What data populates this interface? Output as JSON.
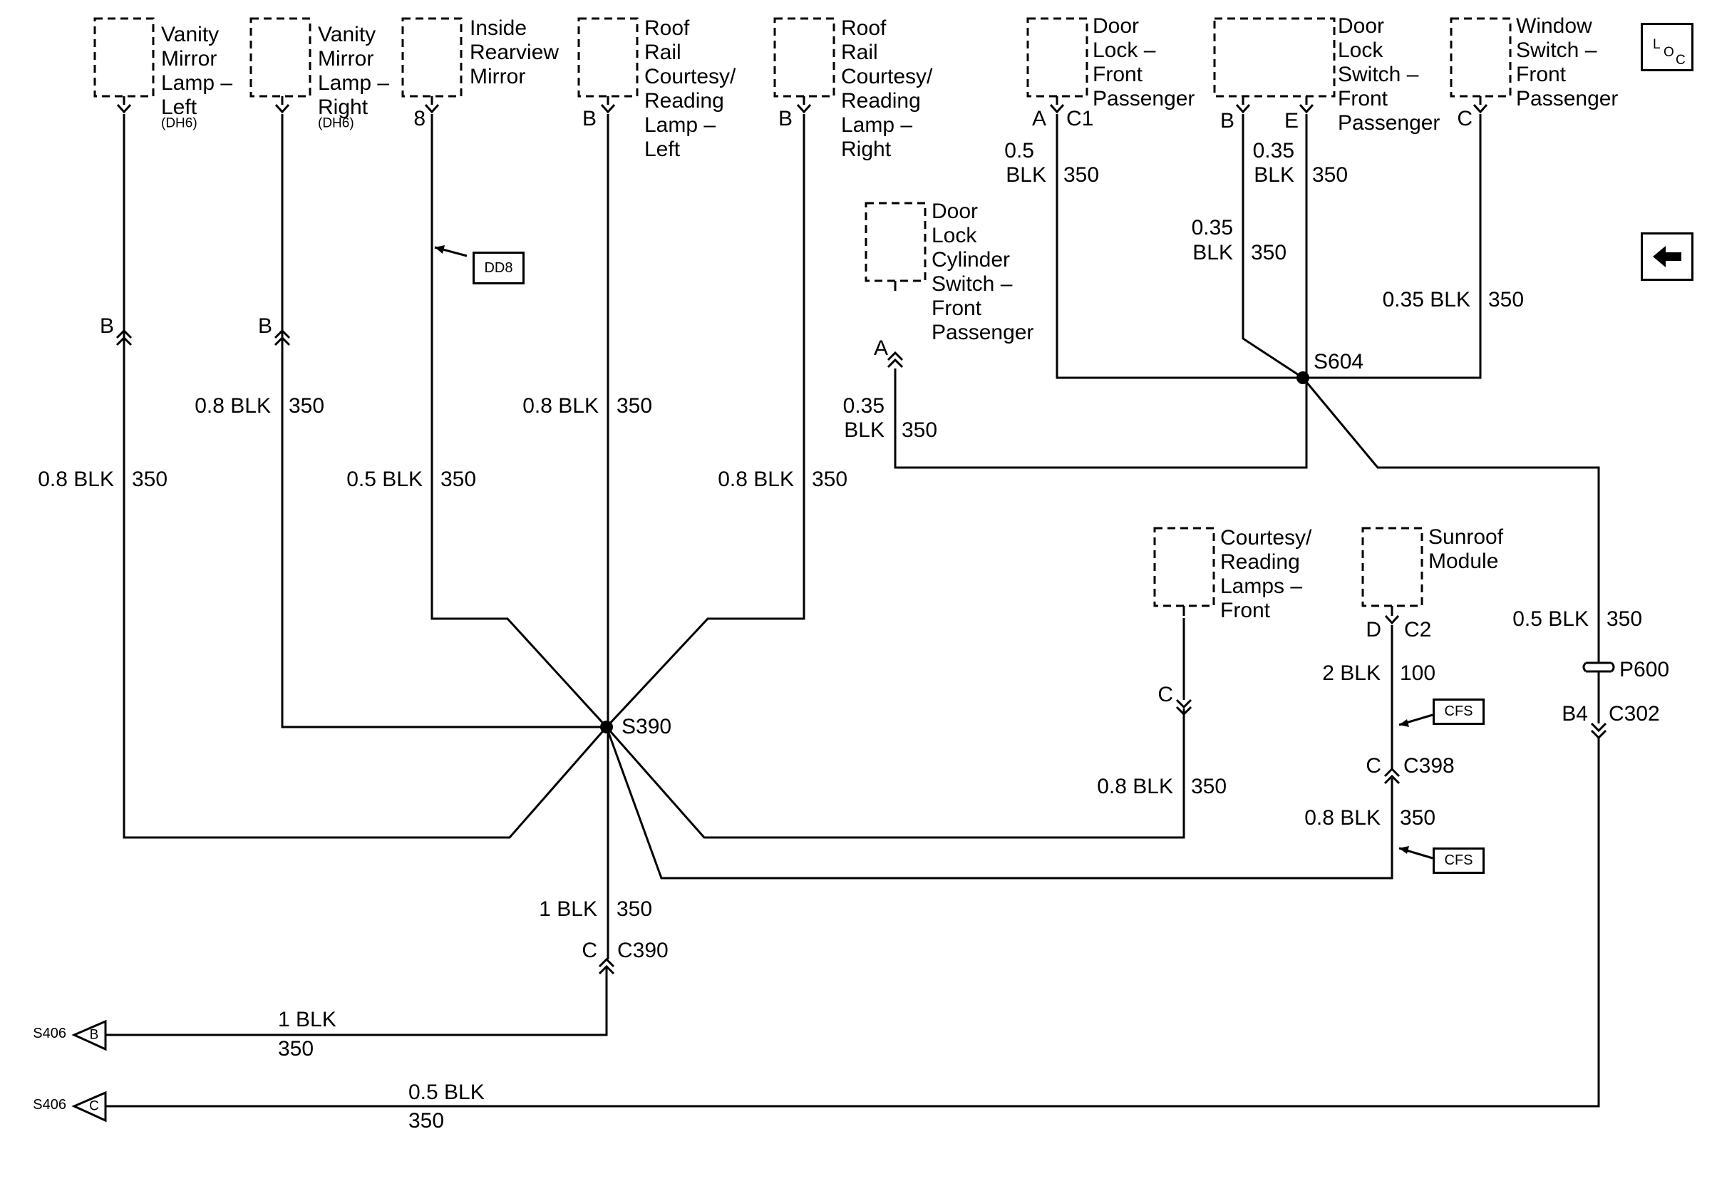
{
  "components": {
    "vanity_left": [
      "Vanity",
      "Mirror",
      "Lamp –",
      "Left"
    ],
    "vanity_left_option": "(DH6)",
    "vanity_right": [
      "Vanity",
      "Mirror",
      "Lamp –",
      "Right"
    ],
    "vanity_right_option": "(DH6)",
    "inside_mirror": [
      "Inside",
      "Rearview",
      "Mirror"
    ],
    "roof_left": [
      "Roof",
      "Rail",
      "Courtesy/",
      "Reading",
      "Lamp –",
      "Left"
    ],
    "roof_right": [
      "Roof",
      "Rail",
      "Courtesy/",
      "Reading",
      "Lamp –",
      "Right"
    ],
    "door_lock": [
      "Door",
      "Lock –",
      "Front",
      "Passenger"
    ],
    "door_lock_switch": [
      "Door",
      "Lock",
      "Switch –",
      "Front",
      "Passenger"
    ],
    "window_switch": [
      "Window",
      "Switch –",
      "Front",
      "Passenger"
    ],
    "cylinder_switch": [
      "Door",
      "Lock",
      "Cylinder",
      "Switch –",
      "Front",
      "Passenger"
    ],
    "courtesy_front": [
      "Courtesy/",
      "Reading",
      "Lamps –",
      "Front"
    ],
    "sunroof": [
      "Sunroof",
      "Module"
    ]
  },
  "pins": {
    "vl_b": "B",
    "vr_b": "B",
    "mirror_8": "8",
    "rl_b": "B",
    "rr_b": "B",
    "dl_a": "A",
    "dl_c1": "C1",
    "dls_b": "B",
    "dls_e": "E",
    "ws_c": "C",
    "cyl_a": "A",
    "cf_c": "C",
    "sr_d": "D",
    "sr_c2": "C2",
    "c398_c": "C",
    "c398": "C398",
    "c302_b4": "B4",
    "c302": "C302",
    "c390_c": "C",
    "c390": "C390",
    "p600": "P600"
  },
  "splices": {
    "s390": "S390",
    "s604": "S604"
  },
  "wires": {
    "vl_1": "0.8 BLK",
    "vl_1c": "350",
    "vr_1": "0.8 BLK",
    "vr_1c": "350",
    "mr_1": "0.5 BLK",
    "mr_1c": "350",
    "rl_1": "0.8 BLK",
    "rl_1c": "350",
    "rr_1": "0.8 BLK",
    "rr_1c": "350",
    "dl_1a": "0.5",
    "dl_1b": "BLK",
    "dl_1c": "350",
    "dls_b_a": "0.35",
    "dls_b_b": "BLK",
    "dls_b_c": "350",
    "dls_e_a": "0.35",
    "dls_e_b": "BLK",
    "dls_e_c": "350",
    "ws_1": "0.35 BLK",
    "ws_1c": "350",
    "cyl_1a": "0.35",
    "cyl_1b": "BLK",
    "cyl_1c": "350",
    "p600_1": "0.5 BLK",
    "p600_1c": "350",
    "cf_1": "0.8 BLK",
    "cf_1c": "350",
    "sr_1": "2 BLK",
    "sr_1c": "100",
    "sr_2": "0.8 BLK",
    "sr_2c": "350",
    "s390_down": "1 BLK",
    "s390_downc": "350",
    "s406b": "1 BLK",
    "s406bc": "350",
    "s406c": "0.5 BLK",
    "s406cc": "350"
  },
  "refs": {
    "dd8": "DD8",
    "cfs1": "CFS",
    "cfs2": "CFS"
  },
  "offpage": {
    "b_label": "S406",
    "b_letter": "B",
    "c_label": "S406",
    "c_letter": "C"
  },
  "nav": {
    "loc_l": "L",
    "loc_o": "O",
    "loc_c": "C"
  }
}
